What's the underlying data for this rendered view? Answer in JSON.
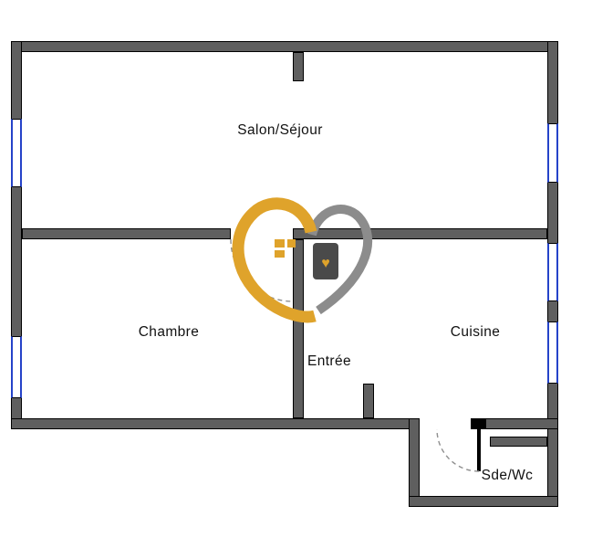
{
  "plan": {
    "rooms": [
      {
        "id": "salon",
        "label": "Salon/Séjour"
      },
      {
        "id": "chambre",
        "label": "Chambre"
      },
      {
        "id": "entree",
        "label": "Entrée"
      },
      {
        "id": "cuisine",
        "label": "Cuisine"
      },
      {
        "id": "sde_wc",
        "label": "Sde/Wc"
      }
    ],
    "watermark": {
      "heart_glyph": "♥"
    },
    "colors": {
      "wall": "#5f5f5f",
      "wall_border": "#000000",
      "window": "#2543c9",
      "door_arc": "#8f8f8f",
      "watermark_gold": "#DFA32B",
      "watermark_gray": "#8c8c8c",
      "watermark_badge": "#4a4a4a",
      "text": "#111111",
      "background": "#ffffff"
    }
  }
}
